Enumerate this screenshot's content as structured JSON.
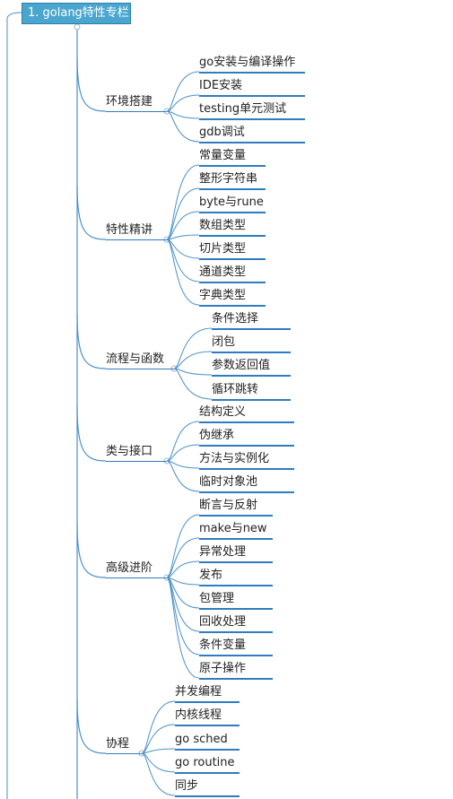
{
  "root": {
    "label": "1. golang特性专栏"
  },
  "colors": {
    "root_fill": "#4aa6cf",
    "line": "#2f7cc0",
    "connector": "#4a90c8"
  },
  "branches": [
    {
      "label": "环境搭建",
      "children": [
        "go安装与编译操作",
        "IDE安装",
        "testing单元测试",
        "gdb调试"
      ]
    },
    {
      "label": "特性精讲",
      "children": [
        "常量变量",
        "整形字符串",
        "byte与rune",
        "数组类型",
        "切片类型",
        "通道类型",
        "字典类型"
      ]
    },
    {
      "label": "流程与函数",
      "children": [
        "条件选择",
        "闭包",
        "参数返回值",
        "循环跳转"
      ]
    },
    {
      "label": "类与接口",
      "children": [
        "结构定义",
        "伪继承",
        "方法与实例化",
        "临时对象池"
      ]
    },
    {
      "label": "高级进阶",
      "children": [
        "断言与反射",
        "make与new",
        "异常处理",
        "发布",
        "包管理",
        "回收处理",
        "条件变量",
        "原子操作"
      ]
    },
    {
      "label": "协程",
      "children": [
        "并发编程",
        "内核线程",
        "go sched",
        "go routine",
        "同步"
      ]
    }
  ]
}
